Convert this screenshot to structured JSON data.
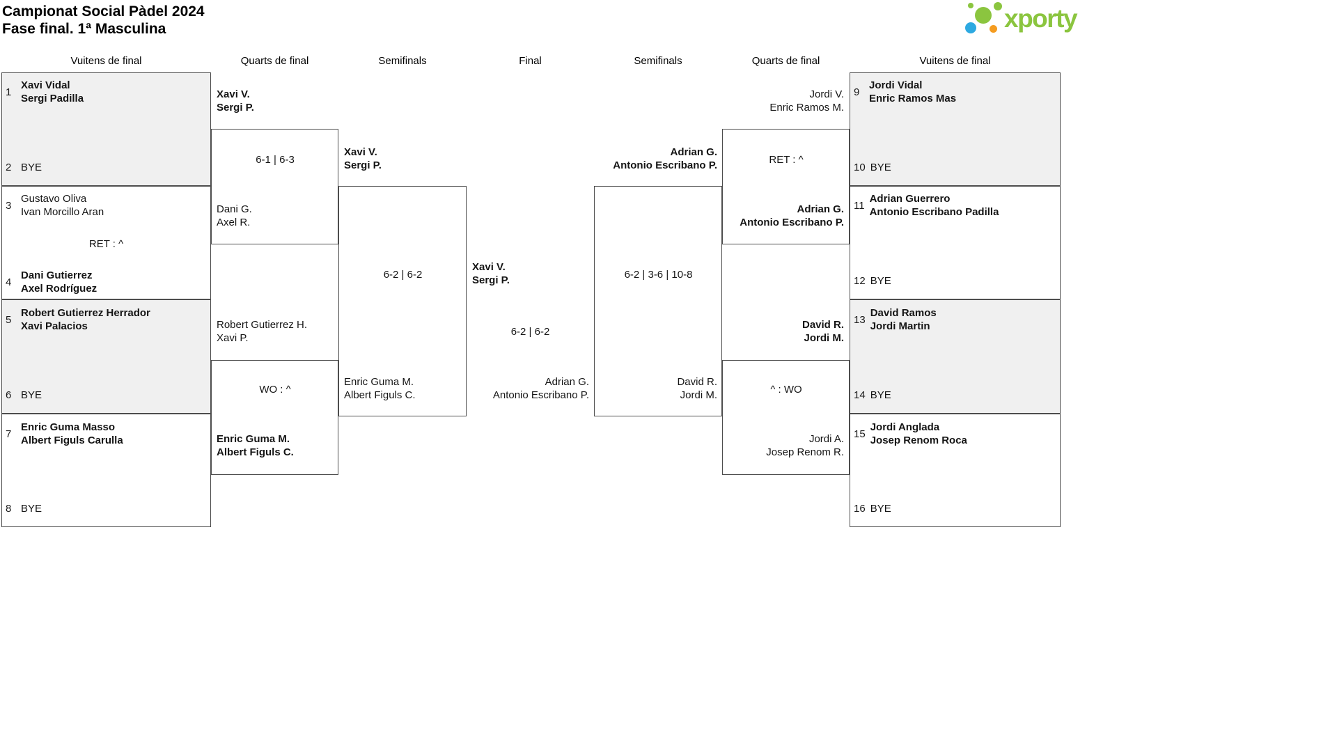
{
  "title": {
    "line1": "Campionat Social Pàdel 2024",
    "line2": "Fase final. 1ª Masculina"
  },
  "logo": {
    "text": "xporty"
  },
  "round_headers": [
    "Vuitens de final",
    "Quarts de final",
    "Semifinals",
    "Final",
    "Semifinals",
    "Quarts de final",
    "Vuitens de final"
  ],
  "r16_left": [
    {
      "seed_top": "1",
      "top1": "Xavi Vidal",
      "top2": "Sergi Padilla",
      "seed_bottom": "2",
      "bottom1": "BYE"
    },
    {
      "seed_top": "3",
      "top1": "Gustavo Oliva",
      "top2": "Ivan Morcillo Aran",
      "note": "RET : ^",
      "seed_bottom": "4",
      "bottom1": "Dani Gutierrez",
      "bottom2": "Axel Rodríguez"
    },
    {
      "seed_top": "5",
      "top1": "Robert Gutierrez Herrador",
      "top2": "Xavi Palacios",
      "seed_bottom": "6",
      "bottom1": "BYE"
    },
    {
      "seed_top": "7",
      "top1": "Enric Guma Masso",
      "top2": "Albert Figuls Carulla",
      "seed_bottom": "8",
      "bottom1": "BYE"
    }
  ],
  "qf_left": [
    {
      "top1": "Xavi V.",
      "top2": "Sergi P.",
      "score": "6-1 | 6-3",
      "bottom1": "Dani G.",
      "bottom2": "Axel R."
    },
    {
      "top1": "Robert Gutierrez H.",
      "top2": "Xavi P.",
      "score": "WO : ^",
      "bottom1": "Enric Guma M.",
      "bottom2": "Albert Figuls C."
    }
  ],
  "sf_left": {
    "top1": "Xavi V.",
    "top2": "Sergi P.",
    "score": "6-2 | 6-2",
    "bottom1": "Enric Guma M.",
    "bottom2": "Albert Figuls C."
  },
  "final": {
    "top1": "Xavi V.",
    "top2": "Sergi P.",
    "score": "6-2 | 6-2",
    "bottom1": "Adrian G.",
    "bottom2": "Antonio Escribano P."
  },
  "sf_right": {
    "top1": "Adrian G.",
    "top2": "Antonio Escribano P.",
    "score": "6-2 | 3-6 | 10-8",
    "bottom1": "David R.",
    "bottom2": "Jordi M."
  },
  "qf_right": [
    {
      "top1": "Jordi V.",
      "top2": "Enric Ramos M.",
      "score": "RET : ^",
      "bottom1": "Adrian G.",
      "bottom2": "Antonio Escribano P."
    },
    {
      "top1": "David R.",
      "top2": "Jordi M.",
      "score": "^ : WO",
      "bottom1": "Jordi A.",
      "bottom2": "Josep Renom R."
    }
  ],
  "r16_right": [
    {
      "seed_top": "9",
      "top1": "Jordi Vidal",
      "top2": "Enric Ramos Mas",
      "seed_bottom": "10",
      "bottom1": "BYE"
    },
    {
      "seed_top": "11",
      "top1": "Adrian Guerrero",
      "top2": "Antonio Escribano Padilla",
      "seed_bottom": "12",
      "bottom1": "BYE"
    },
    {
      "seed_top": "13",
      "top1": "David Ramos",
      "top2": "Jordi Martin",
      "seed_bottom": "14",
      "bottom1": "BYE"
    },
    {
      "seed_top": "15",
      "top1": "Jordi Anglada",
      "top2": "Josep Renom Roca",
      "seed_bottom": "16",
      "bottom1": "BYE"
    }
  ]
}
